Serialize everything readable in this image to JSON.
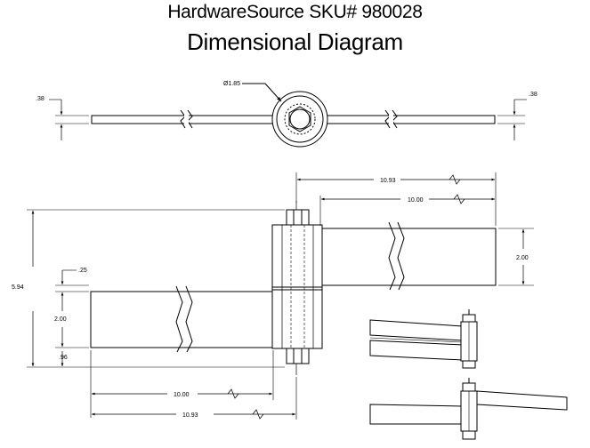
{
  "header": {
    "line1": "HardwareSource SKU# 980028",
    "line2": "Dimensional Diagram"
  },
  "top_view": {
    "diameter": "Ø1.85",
    "thickness_left": ".38",
    "thickness_right": ".38"
  },
  "front_view": {
    "total_height": "5.94",
    "gap": ".25",
    "leaf_width_left": "2.00",
    "bottom_offset": ".96",
    "leaf_width_right": "2.00",
    "upper_total": "10.93",
    "upper_leaf": "10.00",
    "lower_leaf": "10.00",
    "lower_total": "10.93"
  },
  "colors": {
    "ink": "#000000",
    "background": "#ffffff"
  }
}
